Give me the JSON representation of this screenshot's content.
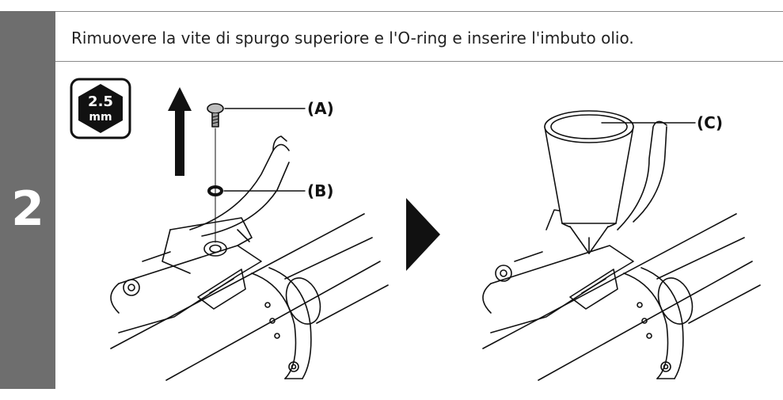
{
  "step": {
    "number": "2"
  },
  "instruction": {
    "text": "Rimuovere la vite di spurgo superiore e l'O-ring e inserire l'imbuto olio."
  },
  "tool_badge": {
    "size": "2.5",
    "unit": "mm",
    "icon": "hex-wrench-icon"
  },
  "labels": {
    "a": "(A)",
    "b": "(B)",
    "c": "(C)"
  },
  "icons": {
    "lift_arrow": "arrow-up-icon",
    "next_step": "play-arrow-icon"
  },
  "colors": {
    "step_bar": "#6e6e6e",
    "rule": "#8a8a8a",
    "ink": "#111111"
  }
}
